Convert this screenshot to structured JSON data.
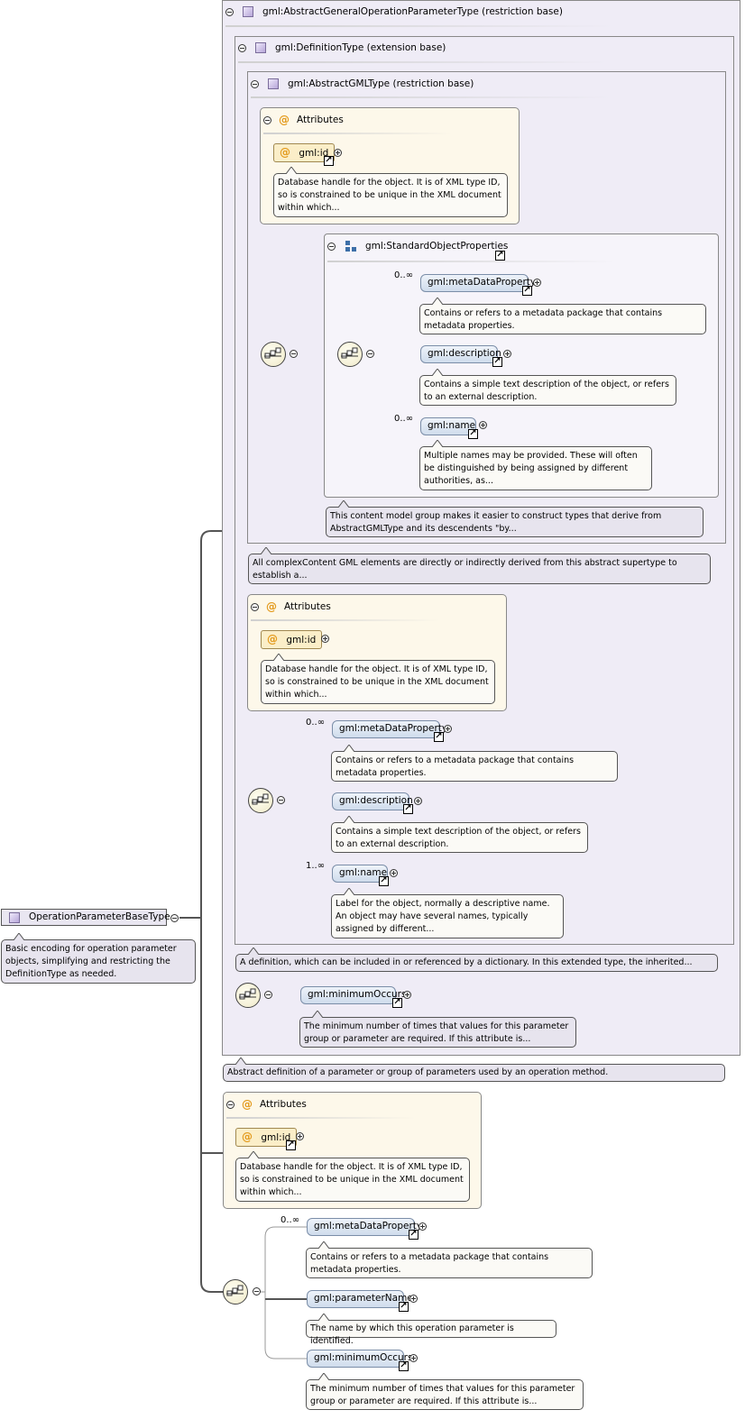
{
  "root": {
    "name": "OperationParameterBaseType",
    "doc": "Basic encoding for operation parameter objects, simplifying and restricting the DefinitionType as needed."
  },
  "abstract_general": {
    "title": "gml:AbstractGeneralOperationParameterType (restriction base)",
    "doc": "Abstract definition of a parameter or group of parameters used by an operation method."
  },
  "definition": {
    "title": "gml:DefinitionType (extension base)",
    "doc": "A definition, which can be included in or referenced by a dictionary. In this extended type, the inherited..."
  },
  "abstract_gml": {
    "title": "gml:AbstractGMLType (restriction base)",
    "doc": "All complexContent GML elements are directly or indirectly derived from this abstract supertype to establish a..."
  },
  "attributes_label": "Attributes",
  "gml_id": {
    "name": "gml:id",
    "doc": "Database handle for the object. It is of XML type ID, so is constrained to be unique in the XML document within which..."
  },
  "std_props": {
    "title": "gml:StandardObjectProperties",
    "doc": "This content model group makes it easier to construct types that derive from AbstractGMLType and its descendents \"by...",
    "metaDataProperty": {
      "name": "gml:metaDataProperty",
      "occ": "0..∞",
      "doc": "Contains or refers to a metadata package that contains metadata properties."
    },
    "description": {
      "name": "gml:description",
      "doc": "Contains a simple text description of the object, or refers to an external description."
    },
    "name": {
      "name": "gml:name",
      "occ": "0..∞",
      "doc": "Multiple names may be provided. These will often be distinguished by being assigned by different authorities, as..."
    }
  },
  "def_seq": {
    "metaDataProperty": {
      "name": "gml:metaDataProperty",
      "occ": "0..∞",
      "doc": "Contains or refers to a metadata package that contains metadata properties."
    },
    "description": {
      "name": "gml:description",
      "doc": "Contains a simple text description of the object, or refers to an external description."
    },
    "name": {
      "name": "gml:name",
      "occ": "1..∞",
      "doc": "Label for the object, normally a descriptive name. An object may have several names, typically assigned by different..."
    }
  },
  "min_occurs": {
    "name": "gml:minimumOccurs",
    "doc": "The minimum number of times that values for this parameter group or parameter are required. If this attribute is..."
  },
  "outer_seq": {
    "metaDataProperty": {
      "name": "gml:metaDataProperty",
      "occ": "0..∞",
      "doc": "Contains or refers to a metadata package that contains metadata properties."
    },
    "parameterName": {
      "name": "gml:parameterName",
      "doc": "The name by which this operation parameter is identified."
    },
    "minimumOccurs": {
      "name": "gml:minimumOccurs",
      "doc": "The minimum number of times that values for this parameter group or parameter are required. If this attribute is..."
    }
  },
  "icons": {
    "collapse": "collapse-toggle-icon",
    "expand": "expand-toggle-icon",
    "type": "complex-type-icon",
    "attribute": "attribute-at-icon",
    "group": "group-icon",
    "sequence": "sequence-compositor-icon",
    "link": "link-arrow-icon"
  }
}
